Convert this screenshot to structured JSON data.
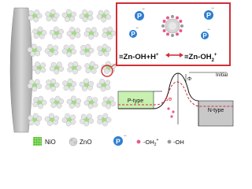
{
  "callout": {
    "reaction_left": "≡Zn-OH+H",
    "reaction_left_sup": "+",
    "reaction_right": "≡Zn-OH",
    "reaction_right_sub": "2",
    "reaction_right_sup": "+",
    "ion_label": "P"
  },
  "band_diagram": {
    "phi_label": "ΔΦ",
    "phi_small": "Φ",
    "initial_label": "Initial",
    "p_type_label": "P-type",
    "n_type_label": "N-type"
  },
  "legend": {
    "nio_label": "NiO",
    "zno_label": "ZnO",
    "ion_label": "P",
    "oh2_label": "-OH",
    "oh2_sub": "2",
    "oh2_sup": "+",
    "oh_label": "-OH"
  },
  "colors": {
    "callout_border": "#d0303a",
    "nio_green": "#7ed957",
    "zno_gray": "#c8c8c8",
    "ion_blue": "#2f7fd0",
    "oh2_pink": "#e85a8a",
    "p_region": "#c8f0b0",
    "n_region": "#c8c8c8"
  }
}
